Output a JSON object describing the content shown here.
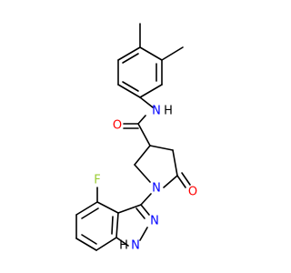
{
  "molecule": {
    "atoms": {
      "o_carbonyl_amide": {
        "text": "O"
      },
      "n_amide": {
        "text": "N"
      },
      "h_amide": {
        "text": "H"
      },
      "n_pyrrolidine": {
        "text": "N"
      },
      "o_lactam": {
        "text": "O"
      },
      "f_indazole": {
        "text": "F"
      },
      "n_indazole_2": {
        "text": "N"
      },
      "nh_indazole": {
        "text": "N"
      },
      "h_indazole": {
        "text": "H"
      }
    },
    "colors": {
      "bond": "#000000",
      "oxygen": "#ff0000",
      "nitrogen": "#0000ff",
      "fluorine": "#9acd32",
      "hydrogen": "#000000"
    }
  }
}
